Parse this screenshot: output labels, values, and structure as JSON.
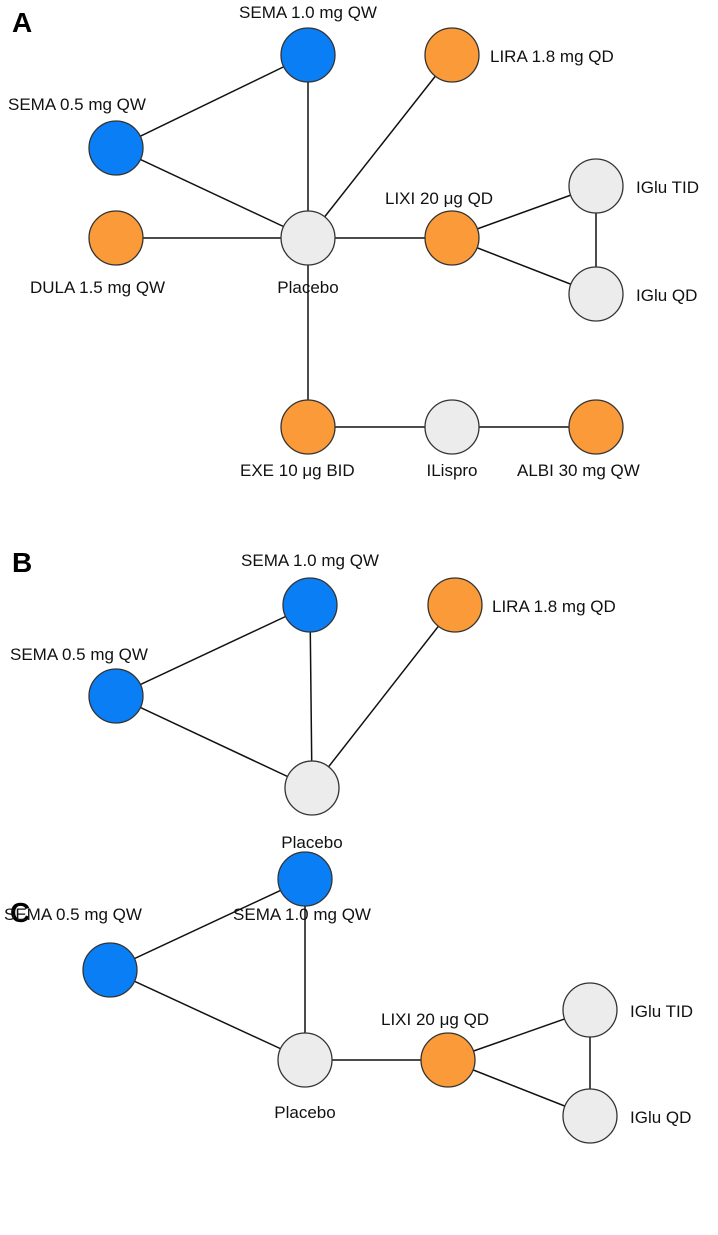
{
  "colors": {
    "semaglutide": "#0a7ff5",
    "comparator_glp1": "#fb9a38",
    "other": "#ececec"
  },
  "panels": [
    {
      "letter": "A",
      "nodes": [
        {
          "id": "sema10",
          "label": "SEMA 1.0 mg QW",
          "group": "semaglutide"
        },
        {
          "id": "lira",
          "label": "LIRA 1.8 mg QD",
          "group": "comparator_glp1"
        },
        {
          "id": "sema05",
          "label": "SEMA 0.5 mg QW",
          "group": "semaglutide"
        },
        {
          "id": "dula",
          "label": "DULA 1.5 mg QW",
          "group": "comparator_glp1"
        },
        {
          "id": "placebo",
          "label": "Placebo",
          "group": "other"
        },
        {
          "id": "lixi",
          "label": "LIXI 20 μg QD",
          "group": "comparator_glp1"
        },
        {
          "id": "iglutid",
          "label": "IGlu TID",
          "group": "other"
        },
        {
          "id": "igluqd",
          "label": "IGlu QD",
          "group": "other"
        },
        {
          "id": "exe",
          "label": "EXE 10 μg BID",
          "group": "comparator_glp1"
        },
        {
          "id": "ilispro",
          "label": "ILispro",
          "group": "other"
        },
        {
          "id": "albi",
          "label": "ALBI 30 mg QW",
          "group": "comparator_glp1"
        }
      ],
      "edges": [
        [
          "sema05",
          "sema10"
        ],
        [
          "sema05",
          "placebo"
        ],
        [
          "sema10",
          "placebo"
        ],
        [
          "lira",
          "placebo"
        ],
        [
          "dula",
          "placebo"
        ],
        [
          "placebo",
          "lixi"
        ],
        [
          "lixi",
          "iglutid"
        ],
        [
          "lixi",
          "igluqd"
        ],
        [
          "iglutid",
          "igluqd"
        ],
        [
          "placebo",
          "exe"
        ],
        [
          "exe",
          "ilispro"
        ],
        [
          "ilispro",
          "albi"
        ]
      ]
    },
    {
      "letter": "B",
      "nodes": [
        {
          "id": "sema10",
          "label": "SEMA 1.0 mg QW",
          "group": "semaglutide"
        },
        {
          "id": "lira",
          "label": "LIRA 1.8 mg QD",
          "group": "comparator_glp1"
        },
        {
          "id": "sema05",
          "label": "SEMA 0.5 mg QW",
          "group": "semaglutide"
        },
        {
          "id": "placebo",
          "label": "Placebo",
          "group": "other"
        }
      ],
      "edges": [
        [
          "sema05",
          "sema10"
        ],
        [
          "sema05",
          "placebo"
        ],
        [
          "sema10",
          "placebo"
        ],
        [
          "lira",
          "placebo"
        ]
      ]
    },
    {
      "letter": "C",
      "nodes": [
        {
          "id": "sema10",
          "label": "SEMA 1.0 mg QW",
          "group": "semaglutide"
        },
        {
          "id": "sema05",
          "label": "SEMA 0.5 mg QW",
          "group": "semaglutide"
        },
        {
          "id": "placebo",
          "label": "Placebo",
          "group": "other"
        },
        {
          "id": "lixi",
          "label": "LIXI 20 μg QD",
          "group": "comparator_glp1"
        },
        {
          "id": "iglutid",
          "label": "IGlu TID",
          "group": "other"
        },
        {
          "id": "igluqd",
          "label": "IGlu QD",
          "group": "other"
        }
      ],
      "edges": [
        [
          "sema05",
          "sema10"
        ],
        [
          "sema05",
          "placebo"
        ],
        [
          "sema10",
          "placebo"
        ],
        [
          "placebo",
          "lixi"
        ],
        [
          "lixi",
          "iglutid"
        ],
        [
          "lixi",
          "igluqd"
        ],
        [
          "iglutid",
          "igluqd"
        ]
      ]
    }
  ]
}
